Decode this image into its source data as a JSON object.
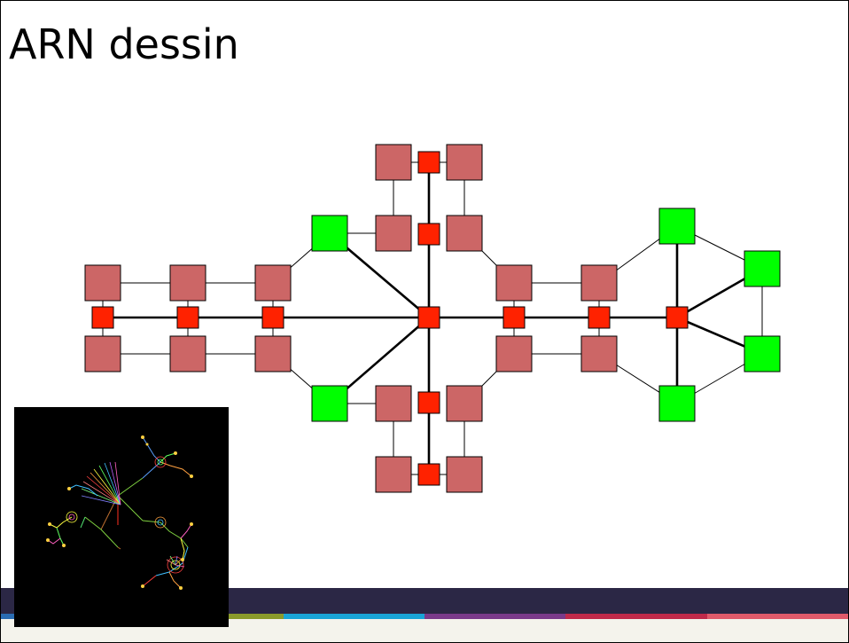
{
  "slide": {
    "title": "ARN dessin"
  },
  "colors": {
    "stem_node": "#ff2200",
    "pair_node": "#cc6666",
    "loop_node": "#00ff00",
    "footer_dark": "#2b2745",
    "footer_stripes": [
      "#2a6cb2",
      "#8a9a2a",
      "#19a4d6",
      "#7a3a8a",
      "#c02a4a",
      "#e05a6a"
    ],
    "thumbnail_bg": "#000000"
  },
  "graph": {
    "nodes": [
      {
        "id": "r1",
        "type": "stem"
      },
      {
        "id": "r2",
        "type": "stem"
      },
      {
        "id": "r3",
        "type": "stem"
      },
      {
        "id": "rc",
        "type": "stem"
      },
      {
        "id": "r5",
        "type": "stem"
      },
      {
        "id": "r6",
        "type": "stem"
      },
      {
        "id": "r7",
        "type": "stem"
      },
      {
        "id": "rt1",
        "type": "stem"
      },
      {
        "id": "rt2",
        "type": "stem"
      },
      {
        "id": "rb1",
        "type": "stem"
      },
      {
        "id": "rb2",
        "type": "stem"
      },
      {
        "id": "p1t",
        "type": "pair"
      },
      {
        "id": "p1b",
        "type": "pair"
      },
      {
        "id": "p2t",
        "type": "pair"
      },
      {
        "id": "p2b",
        "type": "pair"
      },
      {
        "id": "p3t",
        "type": "pair"
      },
      {
        "id": "p3b",
        "type": "pair"
      },
      {
        "id": "p5t",
        "type": "pair"
      },
      {
        "id": "p5b",
        "type": "pair"
      },
      {
        "id": "p6t",
        "type": "pair"
      },
      {
        "id": "p6b",
        "type": "pair"
      },
      {
        "id": "pt1l",
        "type": "pair"
      },
      {
        "id": "pt1r",
        "type": "pair"
      },
      {
        "id": "pt2l",
        "type": "pair"
      },
      {
        "id": "pt2r",
        "type": "pair"
      },
      {
        "id": "pb1l",
        "type": "pair"
      },
      {
        "id": "pb1r",
        "type": "pair"
      },
      {
        "id": "pb2l",
        "type": "pair"
      },
      {
        "id": "pb2r",
        "type": "pair"
      },
      {
        "id": "gtl",
        "type": "loop"
      },
      {
        "id": "gbl",
        "type": "loop"
      },
      {
        "id": "gtr",
        "type": "loop"
      },
      {
        "id": "gbr",
        "type": "loop"
      },
      {
        "id": "gr1",
        "type": "loop"
      },
      {
        "id": "gr2",
        "type": "loop"
      }
    ],
    "edges": [
      {
        "a": "r1",
        "b": "r2",
        "heavy": true
      },
      {
        "a": "r2",
        "b": "r3",
        "heavy": true
      },
      {
        "a": "r3",
        "b": "rc",
        "heavy": true
      },
      {
        "a": "rc",
        "b": "r5",
        "heavy": true
      },
      {
        "a": "r5",
        "b": "r6",
        "heavy": true
      },
      {
        "a": "r6",
        "b": "r7",
        "heavy": true
      },
      {
        "a": "rc",
        "b": "gtl",
        "heavy": true
      },
      {
        "a": "rc",
        "b": "gbl",
        "heavy": true
      },
      {
        "a": "rc",
        "b": "rt1",
        "heavy": true
      },
      {
        "a": "rt1",
        "b": "rt2",
        "heavy": true
      },
      {
        "a": "rc",
        "b": "rb1",
        "heavy": true
      },
      {
        "a": "rb1",
        "b": "rb2",
        "heavy": true
      },
      {
        "a": "r7",
        "b": "gtr",
        "heavy": true
      },
      {
        "a": "r7",
        "b": "gbr",
        "heavy": true
      },
      {
        "a": "r7",
        "b": "gr1",
        "heavy": true
      },
      {
        "a": "r7",
        "b": "gr2",
        "heavy": true
      },
      {
        "a": "p1t",
        "b": "p2t"
      },
      {
        "a": "p2t",
        "b": "p3t"
      },
      {
        "a": "p1b",
        "b": "p2b"
      },
      {
        "a": "p2b",
        "b": "p3b"
      },
      {
        "a": "p1t",
        "b": "p1b"
      },
      {
        "a": "p2t",
        "b": "p2b"
      },
      {
        "a": "p3t",
        "b": "p3b"
      },
      {
        "a": "p5t",
        "b": "p6t"
      },
      {
        "a": "p5b",
        "b": "p6b"
      },
      {
        "a": "p5t",
        "b": "p5b"
      },
      {
        "a": "p6t",
        "b": "p6b"
      },
      {
        "a": "p3t",
        "b": "gtl"
      },
      {
        "a": "p3b",
        "b": "gbl"
      },
      {
        "a": "gtl",
        "b": "pt1l"
      },
      {
        "a": "gbl",
        "b": "pb1l"
      },
      {
        "a": "pt1l",
        "b": "pt2l"
      },
      {
        "a": "pt1r",
        "b": "pt2r"
      },
      {
        "a": "pt2l",
        "b": "pt2r"
      },
      {
        "a": "pb1l",
        "b": "pb2l"
      },
      {
        "a": "pb1r",
        "b": "pb2r"
      },
      {
        "a": "pb2l",
        "b": "pb2r"
      },
      {
        "a": "pt1r",
        "b": "p5t"
      },
      {
        "a": "pb1r",
        "b": "p5b"
      },
      {
        "a": "p6t",
        "b": "gtr"
      },
      {
        "a": "p6b",
        "b": "gbr"
      },
      {
        "a": "gtr",
        "b": "gr1"
      },
      {
        "a": "gbr",
        "b": "gr2"
      },
      {
        "a": "gr1",
        "b": "gr2"
      }
    ]
  },
  "thumbnail": {
    "image": "rna-structure-drawing"
  }
}
